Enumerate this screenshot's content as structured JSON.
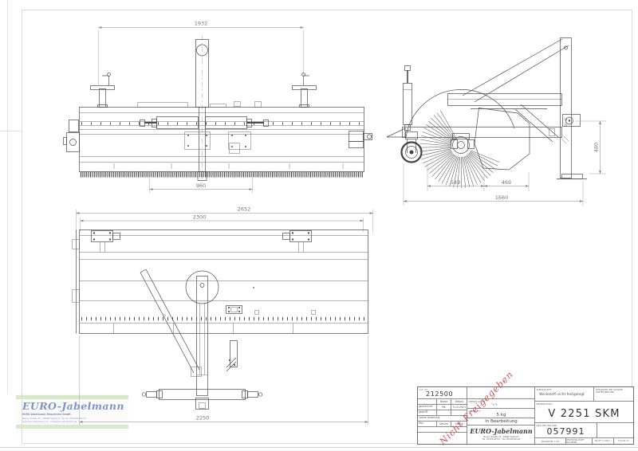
{
  "dimensions": {
    "front_top_width": "1932",
    "front_cylinder_span": "960",
    "side_brush_front": "549",
    "side_brush_rear": "469",
    "side_total_length": "1660",
    "side_height": "480",
    "plan_total_width": "2652",
    "plan_frame_width": "2300",
    "plan_working_width": "2250"
  },
  "stamp": {
    "text": "Nicht Freigegeben"
  },
  "title_block": {
    "art_label": "Art. Nr.",
    "art_value": "212500",
    "col_name": "Name",
    "col_date": "Datum",
    "row_drawn": "gezeichnet",
    "drawn_name": "MK",
    "drawn_date": "5.10.2021",
    "row_checked": "geprüft",
    "row_last_change": "Letzte Änderung",
    "row_rev": "Rev.",
    "rev_date": "Datum",
    "rev_name": "Name",
    "surface_label": "OBERFLÄCHE:",
    "weight_label": "GEWICHT:",
    "weight_value": "5 kg",
    "status": "in Bearbeitung",
    "company_script": "EURO-Jabelmann",
    "company_addr1": "Meune Straße 25 · 49696 Hesbach",
    "company_addr2": "Tel. 05435/92547 · Fax 05435/92549",
    "material_label": "WERKSTOFF:",
    "material_value": "Werkstoff nicht festgelegt",
    "note_line1": "ENTGRATEN UND SCHARFE",
    "note_line2": "KANTEN BRECHEN",
    "name_label": "BENENNUNG:",
    "name_value": "V 2251 SKM",
    "drawingno_label": "ZEICHNUNGSNR.",
    "drawingno_value": "057991",
    "scale": "MASSSTAB: 1:10",
    "no_scale": "ZEICHNUNG NICHT SKALIEREN",
    "sheet": "BLATT 1 VON 1",
    "format": "Format A3"
  },
  "watermark": {
    "script": "EURO-Jabelmann",
    "line1": "EURO-Jabelmann Maschinen GmbH",
    "line2": "Meune Straße 25 · 49696 Hesbach | Tel. Nr. 05435/92547-0",
    "line3": "www.euro-jabelmann.de · info@euro-jabelmann.de"
  }
}
